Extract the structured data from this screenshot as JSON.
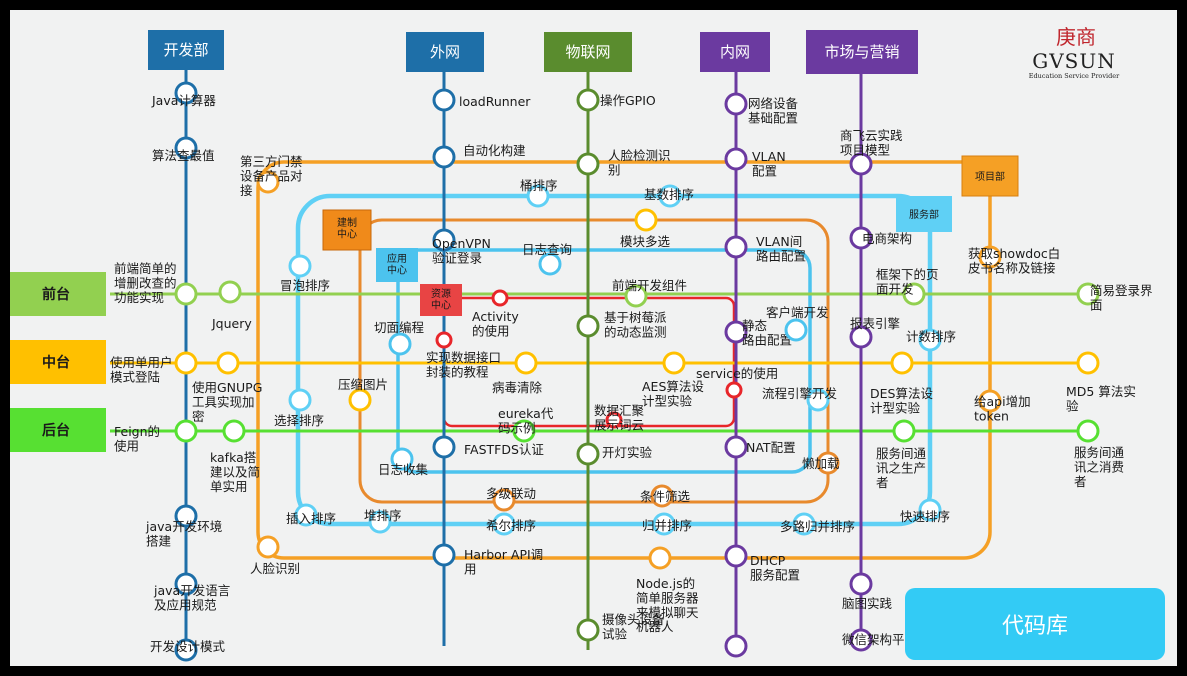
{
  "logo": {
    "cn": "庚商",
    "name": "GVSUN",
    "tagline": "Education Service Provider"
  },
  "code_library": "代码库",
  "colors": {
    "dev": "#1e6fa8",
    "waiwang": "#1e6fa8",
    "iot": "#5a8c2e",
    "neiwang": "#6b3aa0",
    "market": "#6b3aa0",
    "project_loop": "#f5a025",
    "cyan_loop": "#5fd0f5",
    "build_loop": "#e88a2d",
    "app_loop": "#4cc3ee",
    "resource_loop": "#e8262a",
    "qiantai": "#92d050",
    "zhongtai": "#ffc000",
    "houtai": "#57e032"
  },
  "lines": {
    "kaifabu": {
      "title": "开发部",
      "stations": [
        "Java计算器",
        "算法查最值",
        "前端简单的\n增删改查的\n功能实现",
        "使用单用户\n模式登陆",
        "Feign的\n使用",
        "java开发环境\n搭建",
        "java开发语言\n及应用规范",
        "开发设计模式"
      ]
    },
    "waiwang": {
      "title": "外网",
      "stations": [
        "loadRunner",
        "自动化构建",
        "OpenVPN\n验证登录",
        "实现数据接口\n封装的教程",
        "FASTFDS认证",
        "Harbor API调\n用"
      ]
    },
    "wulianwang": {
      "title": "物联网",
      "stations": [
        "操作GPIO",
        "人脸检测识\n别",
        "基于树莓派\n的动态监测",
        "开灯实验",
        "摄像头设备\n试验"
      ]
    },
    "neiwang": {
      "title": "内网",
      "stations": [
        "网络设备\n基础配置",
        "VLAN\n配置",
        "VLAN间\n路由配置",
        "静态\n路由配置",
        "NAT配置",
        "DHCP\n服务配置"
      ]
    },
    "shichang": {
      "title": "市场与营销",
      "stations": [
        "商飞云实践\n项目模型",
        "电商架构",
        "报表引擎",
        "脑图实践",
        "微信架构平台"
      ]
    }
  },
  "rows": {
    "qiantai": "前台",
    "zhongtai": "中台",
    "houtai": "后台"
  },
  "departments": {
    "project": "项目部",
    "service": "服务部",
    "build": "建制\n中心",
    "app": "应用\n中心",
    "resource": "资源\n中心"
  },
  "stations_misc": [
    "第三方门禁\n设备产品对\n接",
    "桶排序",
    "基数排序",
    "模块多选",
    "日志查询",
    "冒泡排序",
    "Jquery",
    "切面编程",
    "Activity\n的使用",
    "前端开发组件",
    "客户端开发",
    "框架下的页\n面开发",
    "计数排序",
    "获取showdoc白\n皮书名称及链接",
    "简易登录界\n面",
    "使用GNUPG\n工具实现加\n密",
    "压缩图片",
    "病毒清除",
    "AES算法设\n计型实验",
    "service的使用",
    "流程引擎开发",
    "DES算法设\n计型实验",
    "给api增加\ntoken",
    "MD5 算法实\n验",
    "选择排序",
    "eureka代\n码示例",
    "数据汇聚\n展示词云",
    "服务间通\n讯之生产\n者",
    "服务间通\n讯之消费\n者",
    "kafka搭\n建以及简\n单实用",
    "日志收集",
    "懒加载",
    "多级联动",
    "条件筛选",
    "插入排序",
    "堆排序",
    "希尔排序",
    "归并排序",
    "多路归并排序",
    "快速排序",
    "人脸识别",
    "Node.js的\n简单服务器\n来模拟聊天\n机器人"
  ]
}
